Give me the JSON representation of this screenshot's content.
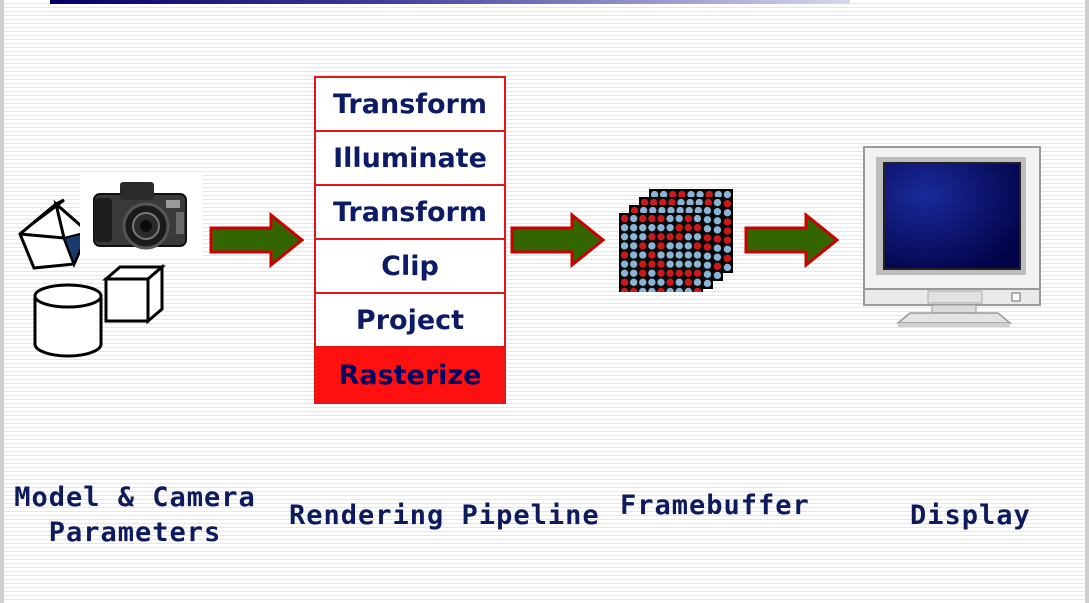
{
  "pipeline": {
    "stages": [
      "Transform",
      "Illuminate",
      "Transform",
      "Clip",
      "Project",
      "Rasterize"
    ],
    "active_stage": "Rasterize"
  },
  "labels": {
    "model_camera_line1": "Model & Camera",
    "model_camera_line2": "Parameters",
    "rendering_pipeline": "Rendering Pipeline",
    "framebuffer": "Framebuffer",
    "display": "Display"
  },
  "colors": {
    "arrow_fill": "#336600",
    "arrow_outline": "#cc0000",
    "pipeline_border": "#e01818",
    "active_stage": "#ff1010",
    "text": "#0d1a5e",
    "screen": "#0a0a6e"
  },
  "icons": [
    "pentagon-prism-icon",
    "camera-icon",
    "cylinder-icon",
    "cube-icon",
    "framebuffer-grid-icon",
    "monitor-icon"
  ]
}
